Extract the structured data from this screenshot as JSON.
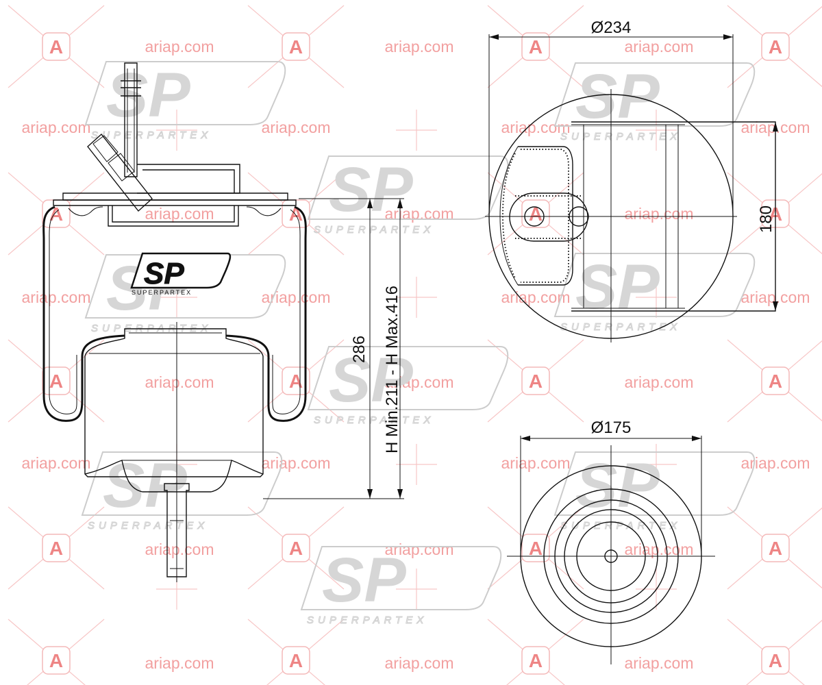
{
  "watermark": {
    "site_text": "ariap.com",
    "badge_letter": "A",
    "color": "#f2a0a0"
  },
  "brand": {
    "logo_text": "SP",
    "logo_subtext": "SUPERPARTEX"
  },
  "dimensions": {
    "top_diameter": "Ø234",
    "bottom_diameter": "Ø175",
    "plate_width": "180",
    "overall_height": "286",
    "stroke_range": "H Min.211 - H Max.416"
  }
}
